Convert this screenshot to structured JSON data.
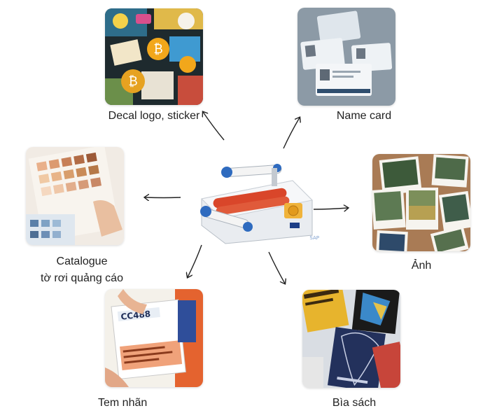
{
  "center": {
    "icon": "laminator-machine-icon",
    "watermark": "SAP"
  },
  "items": [
    {
      "id": "decal",
      "label": "Decal logo, sticker",
      "icon": "stickers-photo"
    },
    {
      "id": "namecard",
      "label": "Name card",
      "icon": "id-badges-photo"
    },
    {
      "id": "catalogue",
      "label_lines": [
        "Catalogue",
        "tờ rơi quảng cáo"
      ],
      "icon": "color-swatch-catalogue-photo"
    },
    {
      "id": "photo",
      "label": "Ảnh",
      "icon": "instant-photos-photo"
    },
    {
      "id": "label",
      "label": "Tem nhãn",
      "icon": "product-label-photo"
    },
    {
      "id": "bookcover",
      "label": "Bìa sách",
      "icon": "book-covers-photo"
    }
  ],
  "badge_text": {
    "decal_btc": "₿",
    "label_code": "CC488"
  },
  "colors": {
    "arrow": "#222222",
    "roller": "#d9462a",
    "machine": "#e9ecf0"
  }
}
